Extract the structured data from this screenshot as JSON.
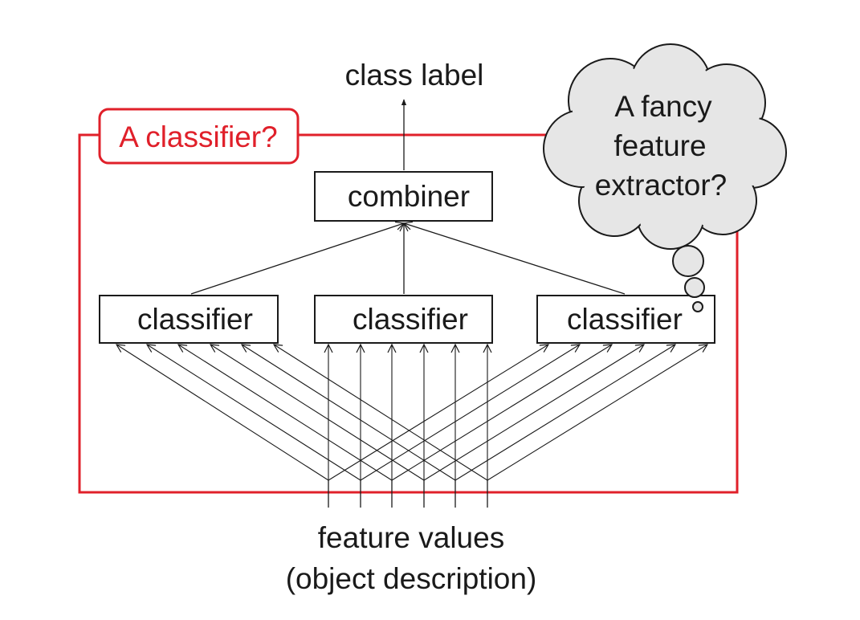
{
  "diagram": {
    "top_label": "class label",
    "combiner_label": "combiner",
    "classifiers": [
      "classifier",
      "classifier",
      "classifier"
    ],
    "bottom_label_line1": "feature values",
    "bottom_label_line2": "(object description)",
    "red_box_label": "A classifier?",
    "thought_line1": "A fancy",
    "thought_line2": "feature",
    "thought_line3": "extractor?",
    "colors": {
      "accent": "#e0202a",
      "line": "#1a1a1a",
      "cloud_fill": "#e6e6e6"
    }
  }
}
